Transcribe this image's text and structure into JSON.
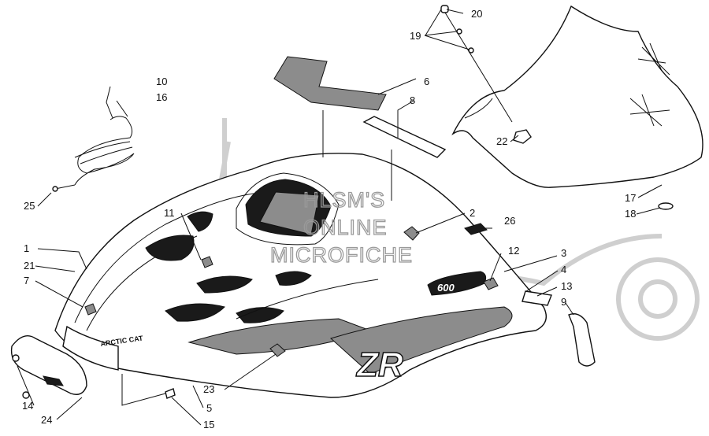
{
  "callouts": [
    {
      "id": "1"
    },
    {
      "id": "2"
    },
    {
      "id": "3"
    },
    {
      "id": "4"
    },
    {
      "id": "5"
    },
    {
      "id": "6"
    },
    {
      "id": "7"
    },
    {
      "id": "8"
    },
    {
      "id": "9"
    },
    {
      "id": "10"
    },
    {
      "id": "11"
    },
    {
      "id": "12"
    },
    {
      "id": "13"
    },
    {
      "id": "14"
    },
    {
      "id": "15"
    },
    {
      "id": "16"
    },
    {
      "id": "17"
    },
    {
      "id": "18"
    },
    {
      "id": "19"
    },
    {
      "id": "20"
    },
    {
      "id": "21"
    },
    {
      "id": "22"
    },
    {
      "id": "23"
    },
    {
      "id": "24"
    },
    {
      "id": "25"
    },
    {
      "id": "26"
    }
  ],
  "watermark": {
    "line1": "HLSM'S",
    "line2": "ONLINE",
    "line3": "MICROFICHE"
  },
  "decals": {
    "brand": "ARCTIC CAT",
    "model_number": "600",
    "model_letters": "ZR"
  },
  "colors": {
    "line": "#111111",
    "watermark": "#9a9a9a",
    "background": "#ffffff"
  }
}
